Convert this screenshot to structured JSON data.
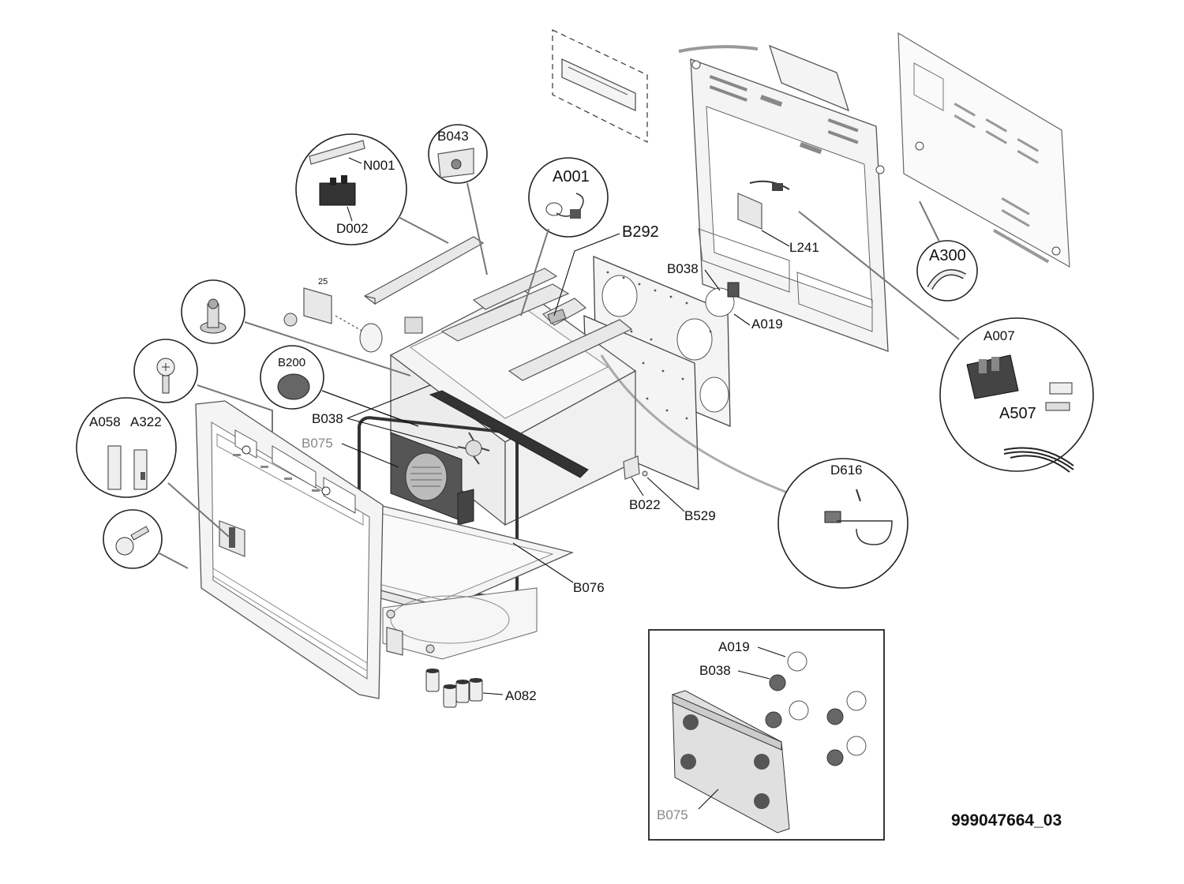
{
  "document_id": "999047664_03",
  "labels": {
    "N001": "N001",
    "D002": "D002",
    "B043": "B043",
    "A001": "A001",
    "B292": "B292",
    "B038_top": "B038",
    "A019_top": "A019",
    "L241": "L241",
    "A300": "A300",
    "A007": "A007",
    "A507": "A507",
    "B200": "B200",
    "B038_mid": "B038",
    "B075_mid": "B075",
    "A058": "A058",
    "A322": "A322",
    "B022": "B022",
    "B529": "B529",
    "D616": "D616",
    "B076": "B076",
    "A082": "A082",
    "A019_inset": "A019",
    "B038_inset": "B038",
    "B075_inset": "B075",
    "screw_25": "25"
  }
}
